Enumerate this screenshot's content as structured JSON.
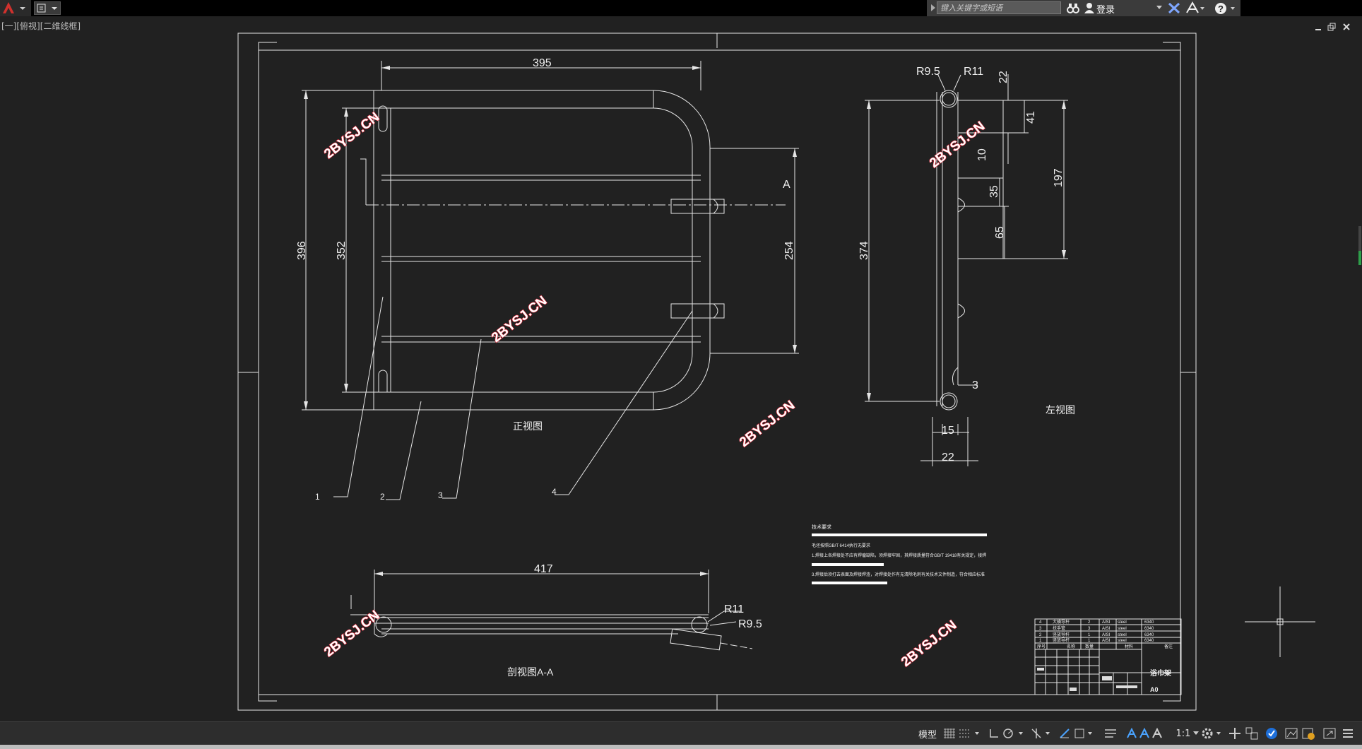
{
  "titlebar": {
    "search_placeholder": "键入关键字或短语",
    "login_label": "登录"
  },
  "viewport": {
    "label": "[一][俯视][二维线框]"
  },
  "drawing": {
    "front_view_label": "正视图",
    "left_view_label": "左视图",
    "section_view_label": "剖视图A-A",
    "section_mark": "A",
    "watermark": "2BYSJ.CN",
    "front_dims": [
      "395",
      "396",
      "352",
      "254"
    ],
    "left_dims": [
      "R9.5",
      "R11",
      "22",
      "41",
      "10",
      "374",
      "197",
      "35",
      "65",
      "3",
      "15",
      "22"
    ],
    "section_dims": [
      "417",
      "R11",
      "R9.5"
    ],
    "leaders": [
      "1",
      "2",
      "3",
      "4"
    ],
    "tech_req_title": "技术要求",
    "tech_req_lines": [
      "毛坯按照GB/T 6414执行无要求",
      "1.焊接上各焊接处不应有焊瘤缺陷，须焊接牢固，其焊接质量符合GB/T 19418有关规定，接焊",
      "3.焊接后须打去表面及焊接焊渣，对焊接处作有无清除毛刺有关技术文件制造，符合相应标准"
    ],
    "bom_rows": [
      [
        "4",
        "大横导杆",
        "2",
        "AISI",
        "steel",
        "6340"
      ],
      [
        "3",
        "扶手管",
        "3",
        "AISI",
        "steel",
        "6340"
      ],
      [
        "2",
        "竖放导杆",
        "1",
        "AISI",
        "steel",
        "6340"
      ],
      [
        "1",
        "竖放导杆",
        "1",
        "AISI",
        "steel",
        "6340"
      ]
    ],
    "bom_header": [
      "序号",
      "名称",
      "数量",
      "材料",
      "备注"
    ],
    "title_block_name": "浴巾架",
    "title_block_code": "A0"
  },
  "statusbar": {
    "model_label": "模型",
    "scale_label": "1:1"
  }
}
